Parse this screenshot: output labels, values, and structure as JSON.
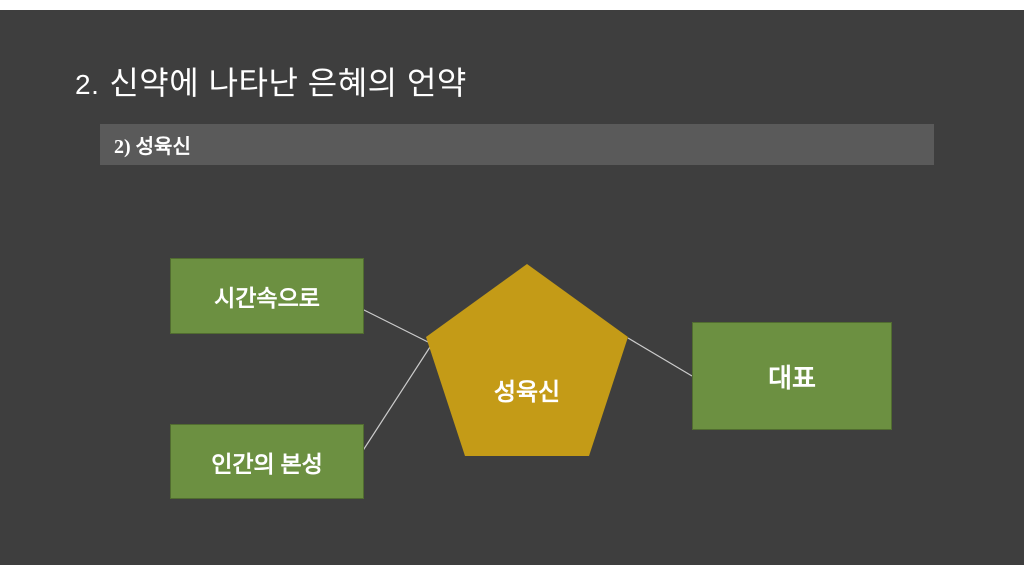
{
  "slide": {
    "title_number": "2.",
    "title_text": "신약에 나타난 은혜의 언약",
    "subtitle": "2) 성육신"
  },
  "diagram": {
    "center": {
      "label": "성육신",
      "shape": "pentagon"
    },
    "nodes": [
      {
        "label": "시간속으로"
      },
      {
        "label": "인간의 본성"
      },
      {
        "label": "대표"
      }
    ],
    "connections": [
      {
        "from": "시간속으로",
        "to": "성육신"
      },
      {
        "from": "인간의 본성",
        "to": "성육신"
      },
      {
        "from": "성육신",
        "to": "대표"
      }
    ]
  },
  "colors": {
    "background": "#3e3e3e",
    "subtitle_bar": "#5a5a5a",
    "node_green": "#6c9041",
    "pentagon_gold": "#c49b17",
    "connector": "#cccccc",
    "text": "#ffffff"
  }
}
